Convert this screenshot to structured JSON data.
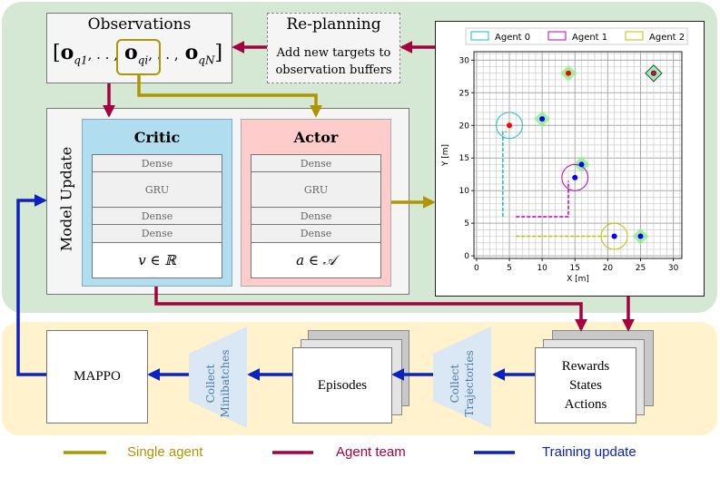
{
  "colors": {
    "single_agent": "#b09500",
    "agent_team": "#a50040",
    "training_update": "#0a22c0",
    "green_bg": "#d5e8d4",
    "yellow_bg": "#fff2cc",
    "critic": "#b1ddf0",
    "actor": "#ffcccc"
  },
  "observations": {
    "title": "Observations",
    "vector": {
      "o": "o",
      "s1": "q1",
      "sep": ", . . ,",
      "si": "qi",
      "sN": "qN"
    }
  },
  "replanning": {
    "title": "Re-planning",
    "line1": "Add new targets to",
    "line2": "observation buffers"
  },
  "model_update": {
    "label": "Model Update",
    "critic": {
      "title": "Critic",
      "layers": [
        "Dense",
        "GRU",
        "Dense",
        "Dense"
      ],
      "output": "v ∈ ℝ"
    },
    "actor": {
      "title": "Actor",
      "layers": [
        "Dense",
        "GRU",
        "Dense",
        "Dense"
      ],
      "output": "a ∈ 𝒜"
    }
  },
  "bottom": {
    "mappo": "MAPPO",
    "collect_minibatches": [
      "Collect",
      "Minibatches"
    ],
    "episodes": "Episodes",
    "collect_trajectories": [
      "Collect",
      "Trajectories"
    ],
    "rsa": [
      "Rewards",
      "States",
      "Actions"
    ]
  },
  "legend": {
    "single_agent": "Single agent",
    "agent_team": "Agent team",
    "training_update": "Training update"
  },
  "chart_data": {
    "type": "scatter",
    "xlabel": "X [m]",
    "ylabel": "Y [m]",
    "xlim": [
      -0.4,
      31.3
    ],
    "ylim": [
      -0.4,
      31.3
    ],
    "xticks": [
      0,
      5,
      10,
      15,
      20,
      25,
      30
    ],
    "yticks": [
      0,
      5,
      10,
      15,
      20,
      25,
      30
    ],
    "grid": true,
    "legend_placement": "top",
    "legend": [
      {
        "name": "Agent 0",
        "color": "#17becf"
      },
      {
        "name": "Agent 1",
        "color": "#bf00bf"
      },
      {
        "name": "Agent 2",
        "color": "#bfbf00"
      }
    ],
    "targets": [
      {
        "x": 14,
        "y": 28
      },
      {
        "x": 27,
        "y": 28,
        "outlined": true
      },
      {
        "x": 10,
        "y": 21
      },
      {
        "x": 16,
        "y": 14
      },
      {
        "x": 25,
        "y": 3
      }
    ],
    "red_points": [
      {
        "x": 14,
        "y": 28
      },
      {
        "x": 27,
        "y": 28
      },
      {
        "x": 5,
        "y": 20
      }
    ],
    "blue_points": [
      {
        "x": 27,
        "y": 28
      },
      {
        "x": 10,
        "y": 21
      },
      {
        "x": 16,
        "y": 14
      },
      {
        "x": 15,
        "y": 12
      },
      {
        "x": 21,
        "y": 3
      },
      {
        "x": 25,
        "y": 3
      }
    ],
    "agents": [
      {
        "name": "Agent 0",
        "x": 5,
        "y": 20,
        "radius": 2,
        "path": [
          [
            4,
            6
          ],
          [
            4,
            19
          ],
          [
            4.6,
            19
          ]
        ]
      },
      {
        "name": "Agent 1",
        "x": 15,
        "y": 12,
        "radius": 2,
        "path": [
          [
            6,
            6
          ],
          [
            14,
            6
          ],
          [
            14,
            11.5
          ]
        ]
      },
      {
        "name": "Agent 2",
        "x": 21,
        "y": 3,
        "radius": 2,
        "path": [
          [
            6,
            3
          ],
          [
            20,
            3
          ]
        ]
      }
    ]
  }
}
